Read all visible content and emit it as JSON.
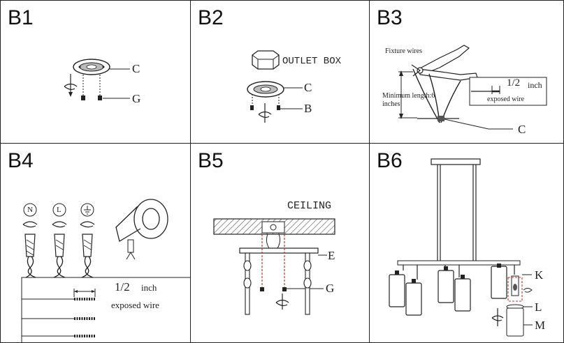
{
  "panels": {
    "b1": {
      "title": "B1",
      "labels": {
        "c": "C",
        "g": "G"
      }
    },
    "b2": {
      "title": "B2",
      "labels": {
        "outlet_box": "OUTLET BOX",
        "c": "C",
        "b": "B"
      }
    },
    "b3": {
      "title": "B3",
      "labels": {
        "fixture_wires": "Fixture wires",
        "minimum_length": "Minimum length:6",
        "inches": "inches",
        "half_inch": "1/2",
        "inch": "inch",
        "exposed_wire": "exposed wire",
        "c": "C"
      }
    },
    "b4": {
      "title": "B4",
      "labels": {
        "n": "N",
        "l": "L",
        "half_inch": "1/2",
        "inch": "inch",
        "exposed_wire": "exposed wire"
      }
    },
    "b5": {
      "title": "B5",
      "labels": {
        "ceiling": "CEILING",
        "e": "E",
        "g": "G"
      }
    },
    "b6": {
      "title": "B6",
      "labels": {
        "k": "K",
        "l": "L",
        "m": "M"
      }
    }
  },
  "colors": {
    "line": "#222222",
    "accent_red": "#c0392b",
    "hatch": "#555555"
  }
}
